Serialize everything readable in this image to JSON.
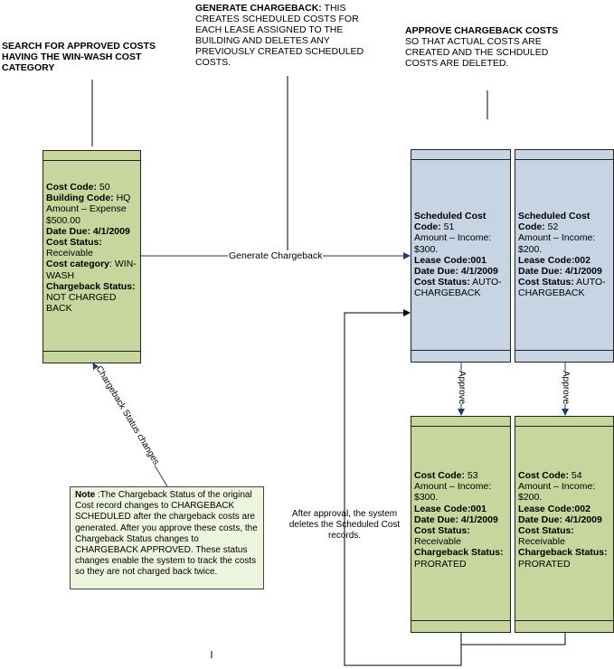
{
  "headings": {
    "search": {
      "bold": "SEARCH FOR APPROVED COSTS HAVING THE WIN-WASH COST CATEGORY",
      "rest": ""
    },
    "generate": {
      "bold": "GENERATE CHARGEBACK:",
      "rest": " THIS CREATES SCHEDULED COSTS FOR EACH LEASE ASSIGNED TO THE BUILDING AND DELETES ANY PREVIOUSLY CREATED SCHEDULED COSTS."
    },
    "approve": {
      "bold": "APPROVE CHARGEBACK COSTS",
      "rest": " SO THAT ACTUAL COSTS ARE CREATED AND THE SCHDULED COSTS ARE DELETED."
    }
  },
  "original_cost": {
    "cost_code_label": "Cost Code:",
    "cost_code": " 50",
    "building_label": "Building Code:",
    "building": " HQ",
    "amount": "Amount – Expense $500.00",
    "date_label": "Date Due: 4/1/2009",
    "status_label": "Cost Status:",
    "status": "Receivable",
    "category_label": "Cost category",
    "category": ": WIN-WASH",
    "cb_label": "Chargeback Status:",
    "cb": "NOT CHARGED BACK"
  },
  "scheduled": [
    {
      "code_label": "Scheduled Cost Code:",
      "code": " 51",
      "amount": "Amount – Income: $300.",
      "lease": "Lease Code:001",
      "date": "Date Due: 4/1/2009",
      "status_label": "Cost Status:",
      "status": " AUTO-CHARGEBACK"
    },
    {
      "code_label": "Scheduled Cost Code:",
      "code": " 52",
      "amount": "Amount – Income: $200.",
      "lease": "Lease Code:002",
      "date": "Date Due: 4/1/2009",
      "status_label": "Cost Status:",
      "status": " AUTO-CHARGEBACK"
    }
  ],
  "actual": [
    {
      "code_label": "Cost Code:",
      "code": " 53",
      "amount": "Amount – Income: $300.",
      "lease": "Lease Code:001",
      "date": "Date Due: 4/1/2009",
      "status_label": "Cost Status:",
      "status": "Receivable",
      "cb_label": "Chargeback Status:",
      "cb": "PRORATED"
    },
    {
      "code_label": "Cost Code:",
      "code": " 54",
      "amount": "Amount – Income: $200.",
      "lease": "Lease Code:002",
      "date": "Date Due: 4/1/2009",
      "status_label": "Cost Status:",
      "status": "Receivable",
      "cb_label": "Chargeback Status:",
      "cb": "PRORATED"
    }
  ],
  "note": {
    "bold": "Note",
    "text": " :The Chargeback Status of the original Cost record changes to CHARGEBACK SCHEDULED after the chargeback costs are generated. After you approve these costs, the Chargeback Status changes to CHARGEBACK APPROVED. These status changes enable the system to track the costs so they are not charged back twice."
  },
  "connectors": {
    "generate": "Generate Chargeback",
    "approve": "Approve",
    "status_changes": "Chargeback Status changes"
  },
  "caption": "After approval, the system deletes the Scheduled Cost records."
}
